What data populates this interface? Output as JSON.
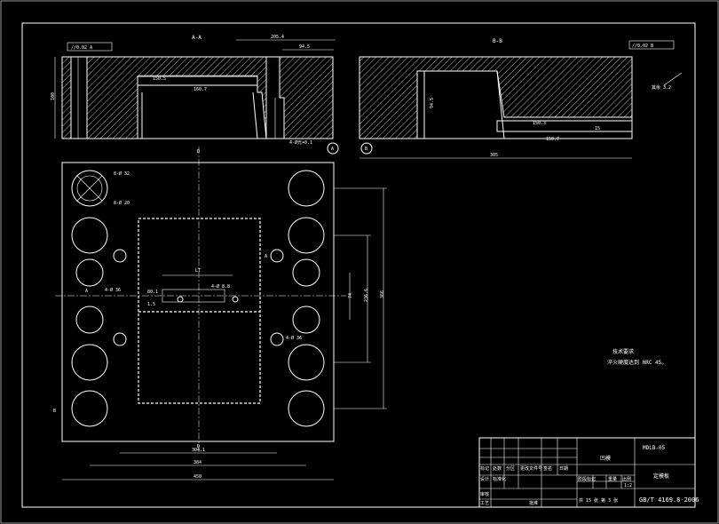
{
  "views": {
    "section_aa": {
      "title": "A-A",
      "flatness_frame": "//0.02 A",
      "dims": {
        "top_width": "205.4",
        "depth_right": "94.5",
        "height_left": "100",
        "cavity_width": "150.5",
        "cavity_text": "160.7",
        "bottom_right": "4-Ø光+0.1"
      },
      "marker": "A"
    },
    "section_bb": {
      "title": "B-B",
      "flatness_frame": "//0.02 B",
      "dims": {
        "overall_width": "305",
        "cavity_height": "94.5",
        "step1": "150.3",
        "step2": "150.7",
        "small": "15"
      },
      "marker": "B",
      "roughness_note": "其余 3.2"
    },
    "plan": {
      "dims": {
        "inner_width": "304.1",
        "mid_width": "384",
        "overall_width": "450",
        "right_height": "366",
        "right_inner": "236.6",
        "right_small": "74",
        "hole_label_top": "8-Ø 32",
        "hole_label_top2": "8-Ø 20",
        "hole_label_left": "4-Ø 36",
        "hole_label_right": "4-Ø 36",
        "hole_center_dim": "4-Ø 8.8",
        "center_letter_top": "D",
        "center_letter_bottom": "D",
        "center_dim": "LT",
        "small_dims": [
          "80.1",
          "1.5"
        ]
      },
      "section_marks": [
        "A",
        "A",
        "B"
      ]
    }
  },
  "tech_note": {
    "title": "技术要求",
    "line1": "淬火硬度达到 HRC 45。"
  },
  "title_block": {
    "part_name": "凹模",
    "drawing_no": "MDLB-05",
    "material": "定模板",
    "scale": "1:2",
    "sheet_text": "共 15 张  第 3 张",
    "standard": "GB/T 4169.8-2006",
    "headers": [
      "标记",
      "处数",
      "分区",
      "更改文件号",
      "签名",
      "日期"
    ],
    "row2": [
      "设计",
      "标准化",
      "阶段标记",
      "重量",
      "比例"
    ],
    "row3": [
      "审核"
    ],
    "row4": [
      "工艺",
      "批准"
    ]
  }
}
